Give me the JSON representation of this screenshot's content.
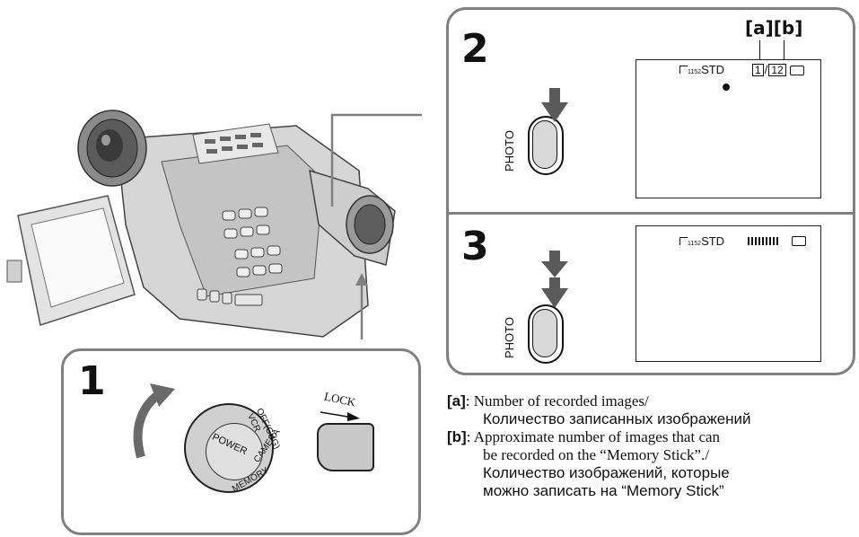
{
  "step2": {
    "number": "2",
    "photo_button": "PHOTO",
    "mode_icon": "memory-stick-image-size-icon",
    "mode_size": "1152",
    "mode_quality": "STD",
    "callout_a": "[a]",
    "callout_b": "[b]",
    "recorded_count": "1",
    "remaining_count": "12"
  },
  "step3": {
    "number": "3",
    "photo_button": "PHOTO",
    "mode_size": "1152",
    "mode_quality": "STD",
    "progress_icon": "recording-progress-bars-icon"
  },
  "step1": {
    "number": "1",
    "dial_power": "POWER",
    "dial_off": "OFF(CHG)",
    "dial_vcr": "VCR",
    "dial_camera": "CAMERA",
    "dial_memory": "MEMORY",
    "lock_label": "LOCK"
  },
  "legend": {
    "a": {
      "key": "[a]",
      "en": ": Number of recorded images/",
      "ru": "Количество записанных изображений"
    },
    "b": {
      "key": "[b]",
      "en1": ": Approximate number of images that can",
      "en2": "be recorded on the “Memory Stick”./",
      "ru1": "Количество изображений, которые",
      "ru2": "можно записать на “Memory Stick”"
    }
  }
}
